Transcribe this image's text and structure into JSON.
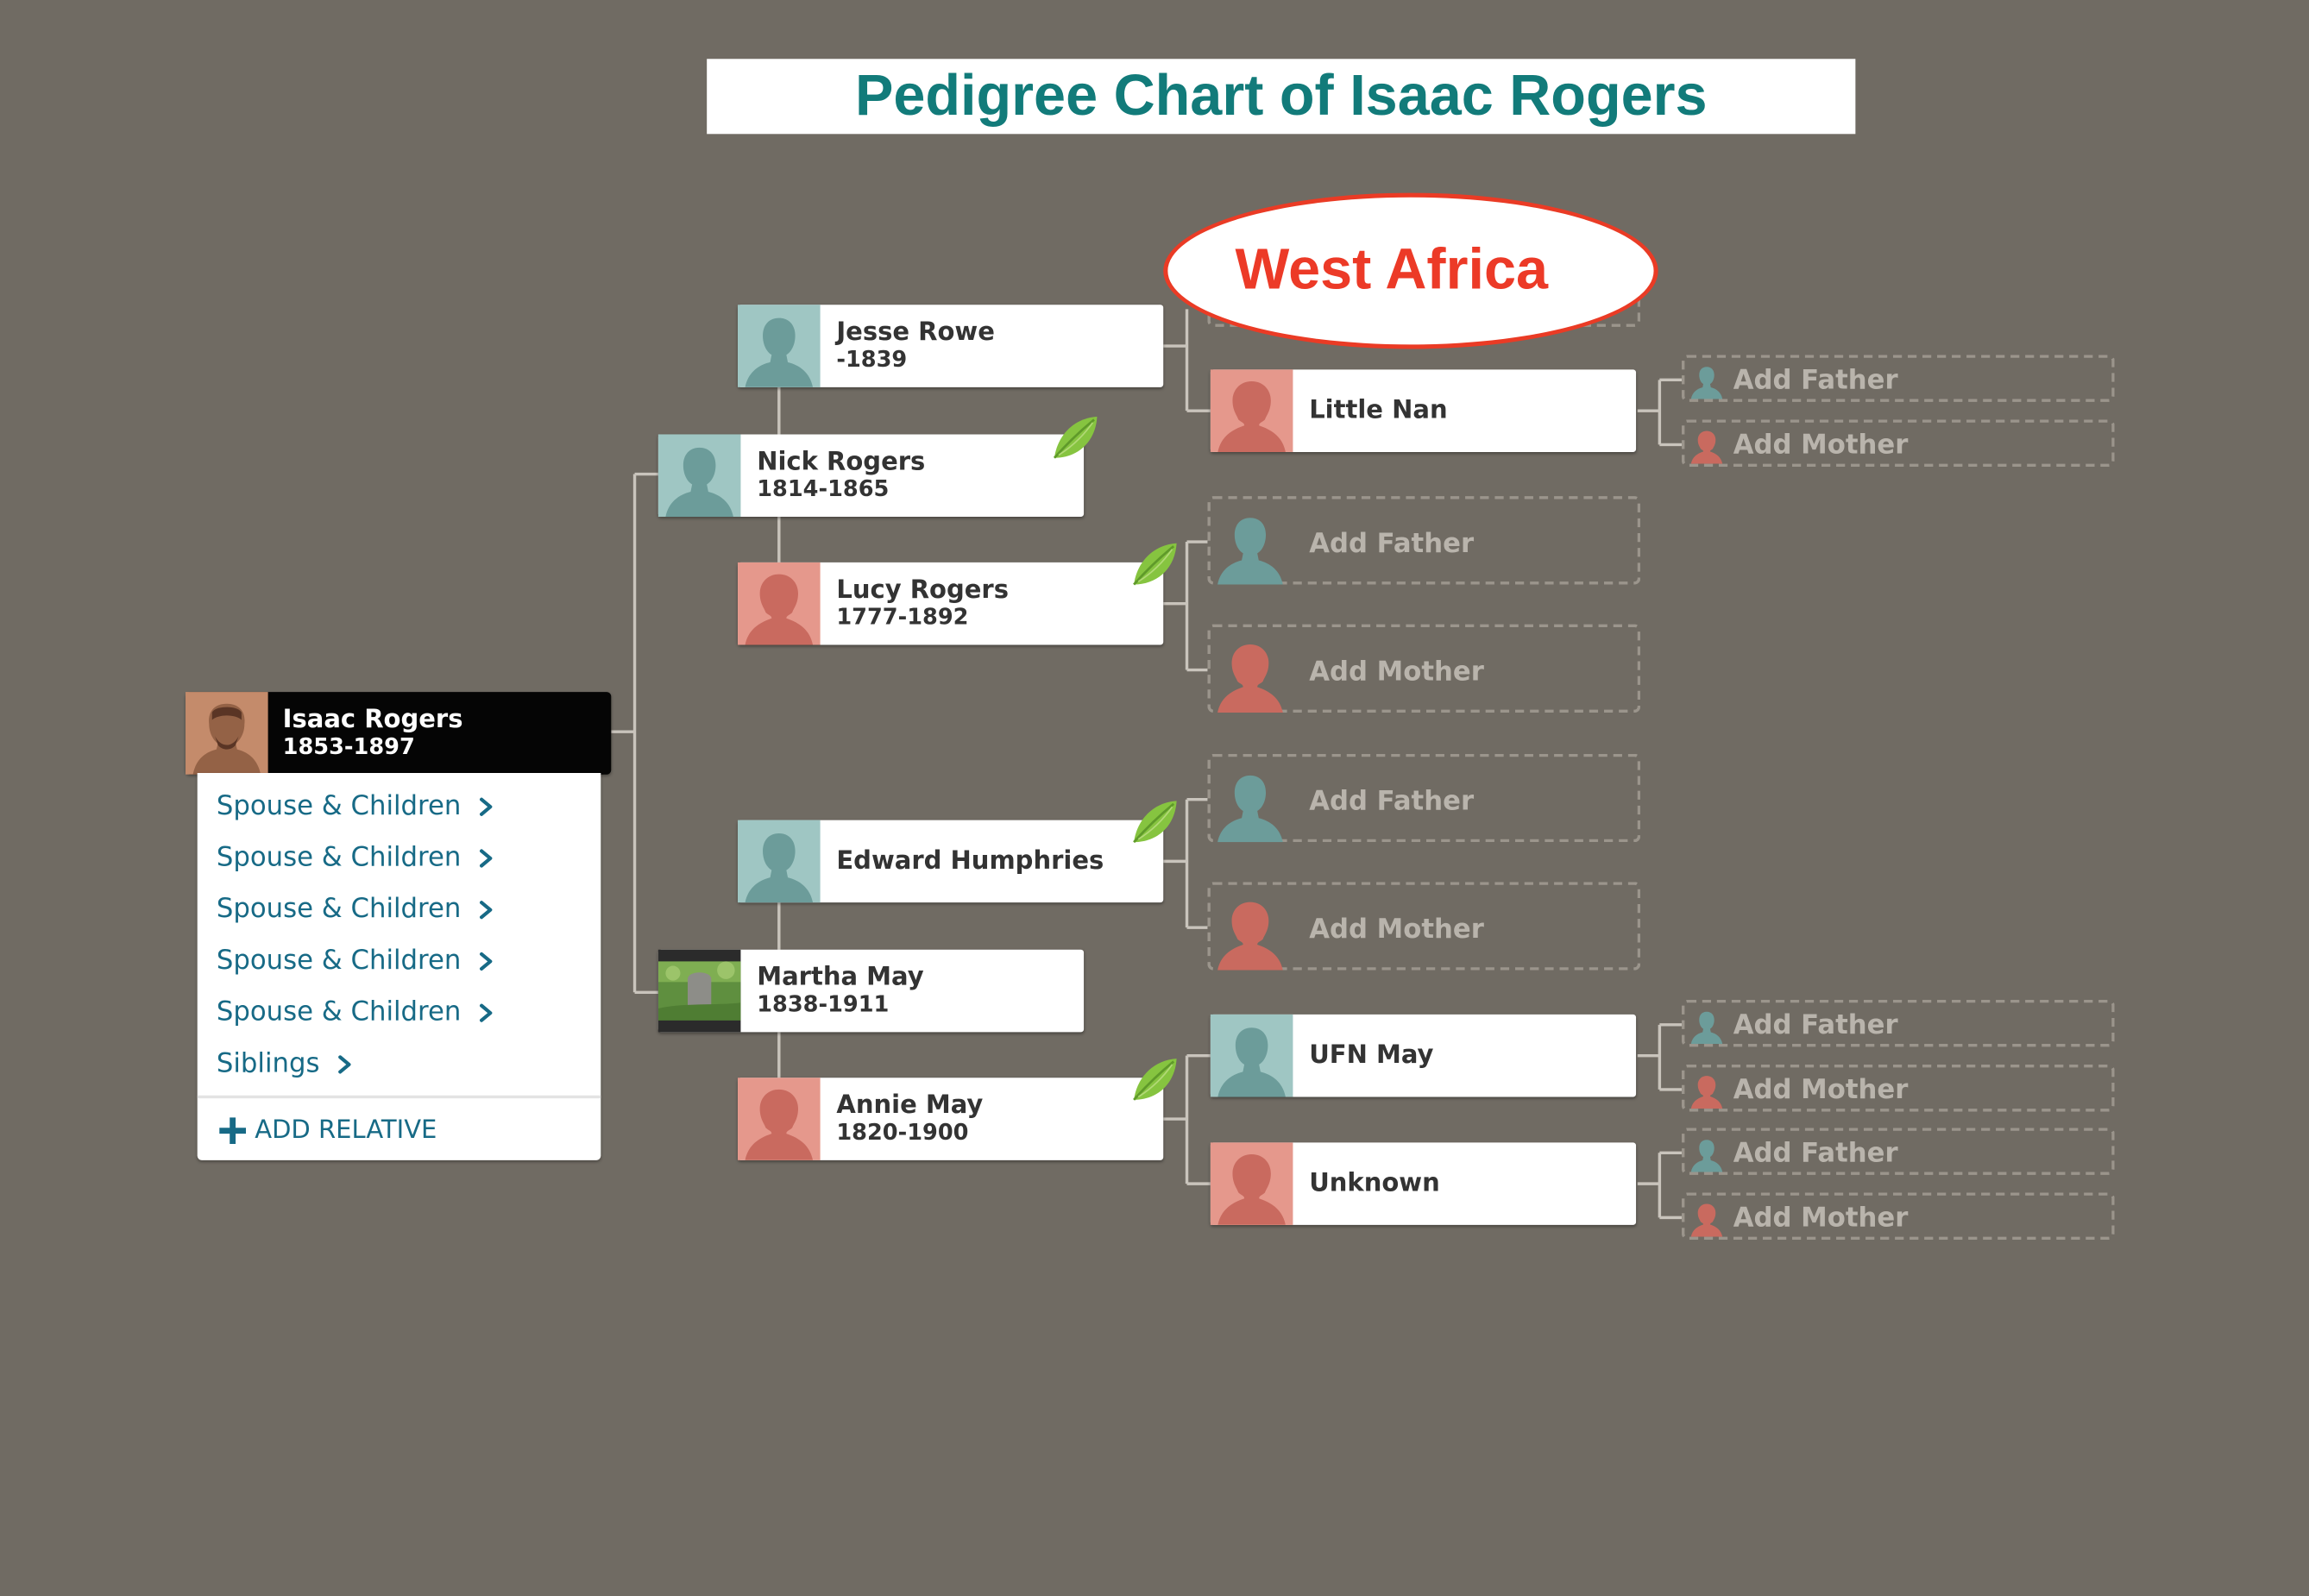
{
  "title": "Pedigree Chart of Isaac Rogers",
  "annotation": "West Africa",
  "root": {
    "name": "Isaac Rogers",
    "dates": "1853-1897"
  },
  "menu": {
    "items": [
      "Spouse & Children",
      "Spouse & Children",
      "Spouse & Children",
      "Spouse & Children",
      "Spouse & Children",
      "Siblings"
    ],
    "add_relative": "ADD RELATIVE"
  },
  "people": {
    "nick": {
      "name": "Nick Rogers",
      "dates": "1814-1865"
    },
    "martha": {
      "name": "Martha May",
      "dates": "1838-1911"
    },
    "jesse": {
      "name": "Jesse Rowe",
      "dates": "-1839"
    },
    "lucy": {
      "name": "Lucy Rogers",
      "dates": "1777-1892"
    },
    "edward": {
      "name": "Edward Humphries",
      "dates": ""
    },
    "annie": {
      "name": "Annie May",
      "dates": "1820-1900"
    },
    "littlenan": {
      "name": "Little Nan",
      "dates": ""
    },
    "ufn": {
      "name": "UFN May",
      "dates": ""
    },
    "unknown": {
      "name": "Unknown",
      "dates": ""
    }
  },
  "placeholders": {
    "add_father": "Add Father",
    "add_mother": "Add Mother"
  },
  "colors": {
    "background": "#706b63",
    "title": "#127b7a",
    "annotation": "#ec3a27",
    "male": "#9fc6c3",
    "female": "#e5988c",
    "link": "#176a86",
    "leaf": "#7dbf3a"
  },
  "icons": {
    "male": "male-silhouette-icon",
    "female": "female-silhouette-icon",
    "leaf": "leaf-hint-icon",
    "chevron": "chevron-right-icon",
    "plus": "plus-icon"
  }
}
